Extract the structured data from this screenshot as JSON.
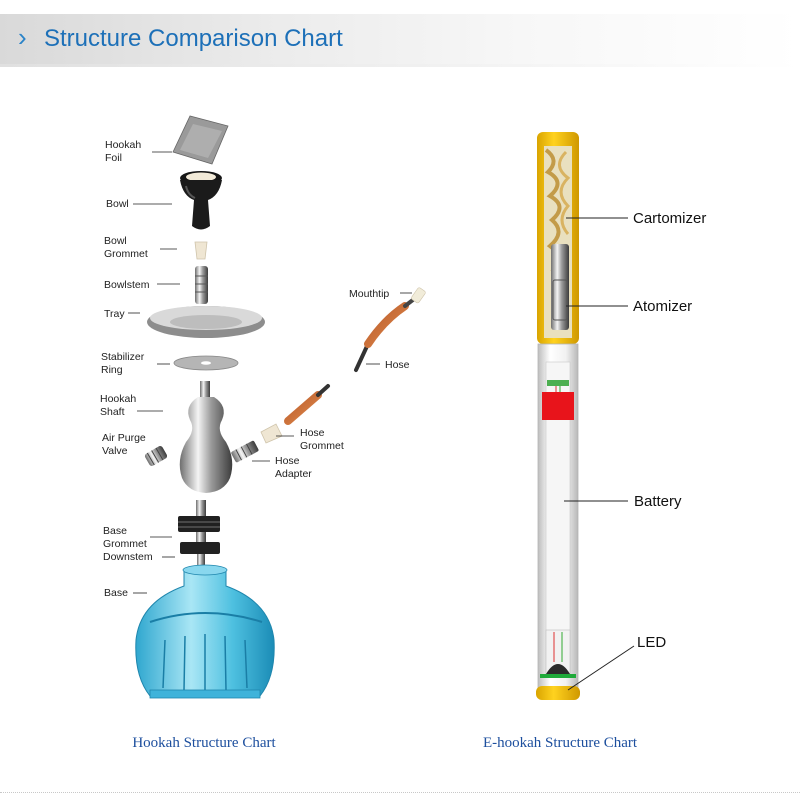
{
  "header": {
    "title": "Structure Comparison Chart",
    "chevron_icon": "chevron-right-icon",
    "accent_color": "#1d70b8"
  },
  "hookah": {
    "caption": "Hookah Structure Chart",
    "labels": {
      "foil": [
        "Hookah",
        "Foil"
      ],
      "bowl": [
        "Bowl"
      ],
      "bowl_grommet": [
        "Bowl",
        "Grommet"
      ],
      "bowlstem": [
        "Bowlstem"
      ],
      "tray": [
        "Tray"
      ],
      "stabilizer_ring": [
        "Stabilizer",
        "Ring"
      ],
      "shaft": [
        "Hookah",
        "Shaft"
      ],
      "air_purge_valve": [
        "Air Purge",
        "Valve"
      ],
      "base_grommet": [
        "Base",
        "Grommet"
      ],
      "downstem": [
        "Downstem"
      ],
      "base": [
        "Base"
      ],
      "mouthtip": [
        "Mouthtip"
      ],
      "hose": [
        "Hose"
      ],
      "hose_grommet": [
        "Hose",
        "Grommet"
      ],
      "hose_adapter": [
        "Hose",
        "Adapter"
      ]
    }
  },
  "ehookah": {
    "caption": "E-hookah Structure Chart",
    "labels": {
      "cartomizer": "Cartomizer",
      "atomizer": "Atomizer",
      "battery": "Battery",
      "led": "LED"
    }
  }
}
